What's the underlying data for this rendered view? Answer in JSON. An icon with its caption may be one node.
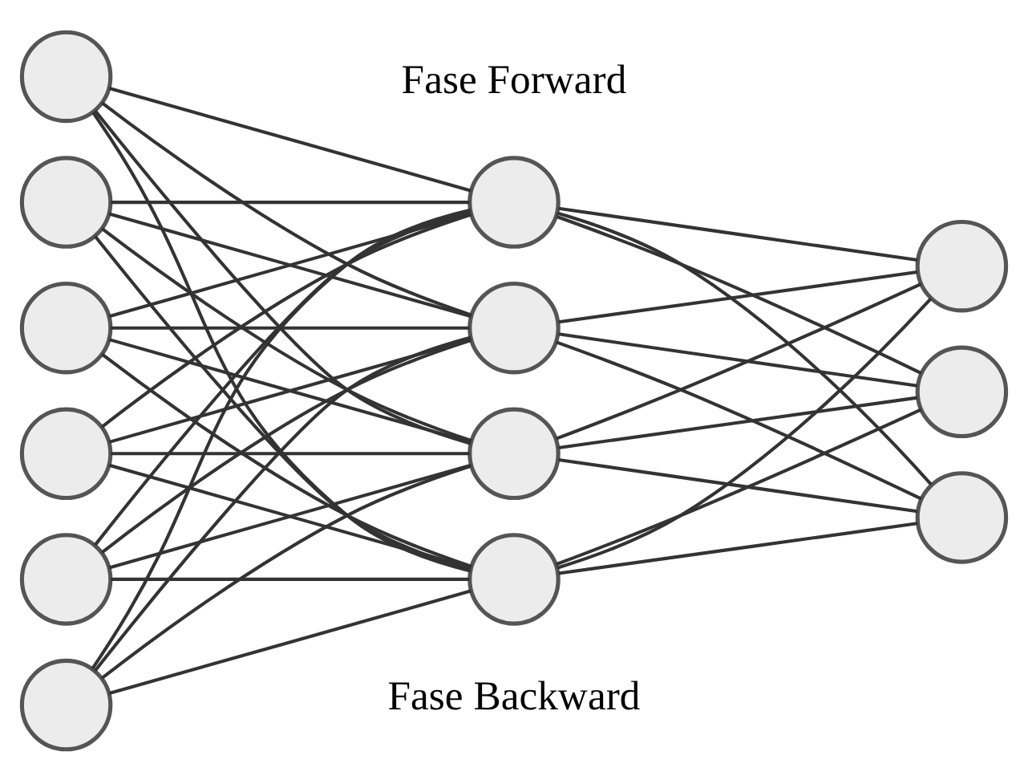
{
  "diagram": {
    "nodes": [
      {
        "text": [],
        "shape": "circle"
      },
      {
        "text": [],
        "shape": "circle"
      },
      {
        "text": [],
        "shape": "circle"
      },
      {
        "text": [],
        "shape": "circle"
      },
      {
        "text": [],
        "shape": "circle"
      },
      {
        "text": [],
        "shape": "circle"
      },
      {
        "text": [],
        "shape": "circle"
      },
      {
        "text": [],
        "shape": "circle"
      },
      {
        "text": [],
        "shape": "circle"
      },
      {
        "text": [],
        "shape": "circle"
      },
      {
        "text": [],
        "shape": "circle"
      },
      {
        "text": [],
        "shape": "circle"
      },
      {
        "text": [],
        "shape": "circle"
      }
    ],
    "edges": [
      {
        "from": 0,
        "to": 6,
        "arrow": "none"
      },
      {
        "from": 0,
        "to": 7,
        "arrow": "none"
      },
      {
        "from": 0,
        "to": 8,
        "arrow": "none"
      },
      {
        "from": 0,
        "to": 9,
        "arrow": "none"
      },
      {
        "from": 1,
        "to": 6,
        "arrow": "none"
      },
      {
        "from": 1,
        "to": 7,
        "arrow": "none"
      },
      {
        "from": 1,
        "to": 8,
        "arrow": "none"
      },
      {
        "from": 1,
        "to": 9,
        "arrow": "none"
      },
      {
        "from": 2,
        "to": 6,
        "arrow": "none"
      },
      {
        "from": 2,
        "to": 7,
        "arrow": "none"
      },
      {
        "from": 2,
        "to": 8,
        "arrow": "none"
      },
      {
        "from": 2,
        "to": 9,
        "arrow": "none"
      },
      {
        "from": 3,
        "to": 6,
        "arrow": "none"
      },
      {
        "from": 3,
        "to": 7,
        "arrow": "none"
      },
      {
        "from": 3,
        "to": 8,
        "arrow": "none"
      },
      {
        "from": 3,
        "to": 9,
        "arrow": "none"
      },
      {
        "from": 4,
        "to": 6,
        "arrow": "none"
      },
      {
        "from": 4,
        "to": 7,
        "arrow": "none"
      },
      {
        "from": 4,
        "to": 8,
        "arrow": "none"
      },
      {
        "from": 4,
        "to": 9,
        "arrow": "none"
      },
      {
        "from": 5,
        "to": 6,
        "arrow": "none"
      },
      {
        "from": 5,
        "to": 7,
        "arrow": "none"
      },
      {
        "from": 5,
        "to": 8,
        "arrow": "none"
      },
      {
        "from": 5,
        "to": 9,
        "arrow": "none"
      },
      {
        "from": 6,
        "to": 10,
        "arrow": "none"
      },
      {
        "from": 6,
        "to": 11,
        "arrow": "none"
      },
      {
        "from": 6,
        "to": 12,
        "arrow": "none"
      },
      {
        "from": 7,
        "to": 10,
        "arrow": "none"
      },
      {
        "from": 7,
        "to": 11,
        "arrow": "none"
      },
      {
        "from": 7,
        "to": 12,
        "arrow": "none"
      },
      {
        "from": 8,
        "to": 10,
        "arrow": "none"
      },
      {
        "from": 8,
        "to": 11,
        "arrow": "none"
      },
      {
        "from": 8,
        "to": 12,
        "arrow": "none"
      },
      {
        "from": 9,
        "to": 10,
        "arrow": "none"
      },
      {
        "from": 9,
        "to": 11,
        "arrow": "none"
      },
      {
        "from": 9,
        "to": 12,
        "arrow": "none"
      }
    ],
    "labels": [
      "Fase Forward",
      "Fase Backward"
    ]
  }
}
